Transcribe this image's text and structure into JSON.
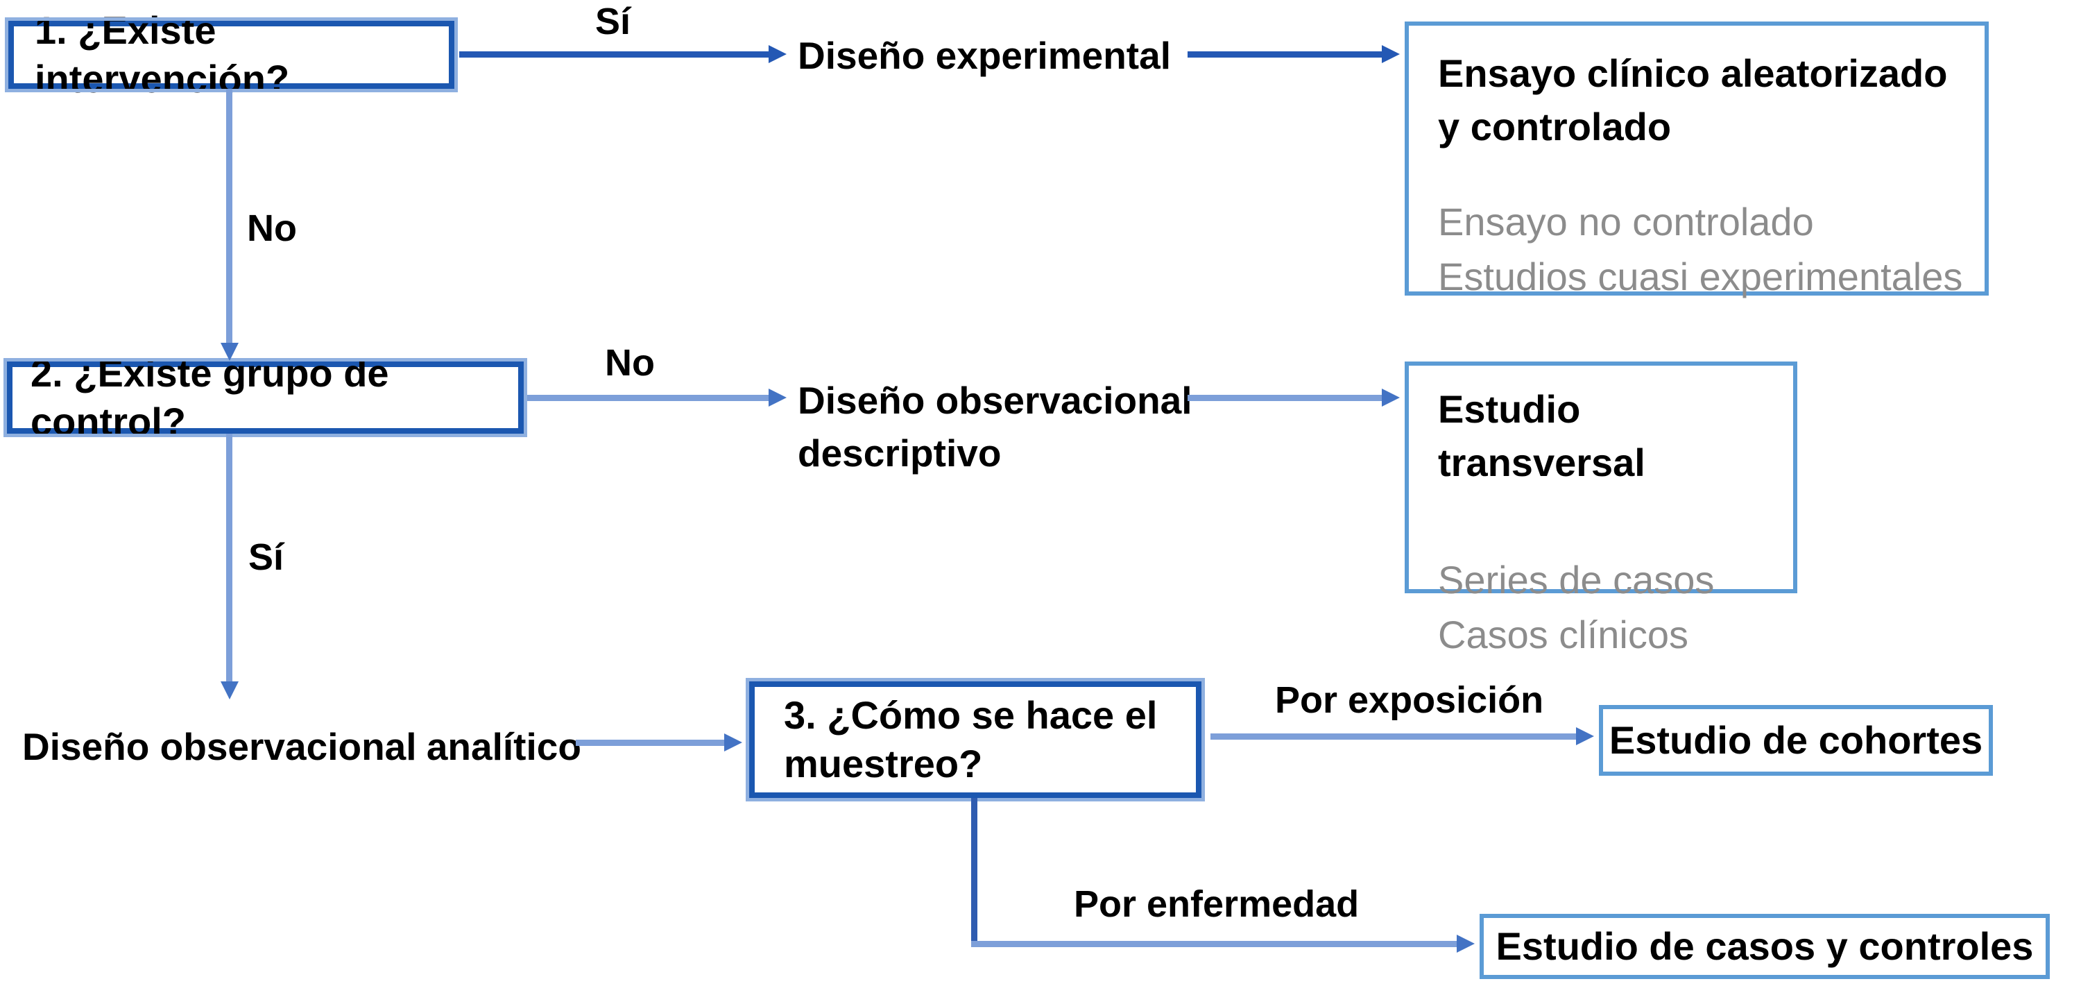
{
  "boxes": {
    "q1": "1. ¿Existe intervención?",
    "q2": "2. ¿Existe grupo de control?",
    "q3": "3. ¿Cómo se hace el muestreo?",
    "rct": {
      "title": "Ensayo clínico aleatorizado y controlado",
      "alt1": "Ensayo no controlado",
      "alt2": "Estudios cuasi experimentales"
    },
    "transversal": {
      "title": "Estudio transversal",
      "alt1": "Series de casos",
      "alt2": "Casos clínicos"
    },
    "cohort": "Estudio de cohortes",
    "case_control": "Estudio de casos y controles"
  },
  "labels": {
    "yes_1": "Sí",
    "no_1": "No",
    "no_2": "No",
    "yes_2": "Sí",
    "experimental": "Diseño experimental",
    "observational_descriptive": {
      "line1": "Diseño observacional",
      "line2": "descriptivo"
    },
    "observational_analytic": {
      "regular": "Diseño observacional",
      "bold": "analítico"
    },
    "by_exposure": "Por exposición",
    "by_disease": "Por enfermedad"
  },
  "colors": {
    "decision_box_border": "#1b57b0",
    "decision_box_halo": "#8fb0e0",
    "result_box_border": "#5b9bd5",
    "arrow_dark": "#2458b4",
    "arrow_light": "#7d9fd9",
    "arrow_head": "#4373c4",
    "secondary_text": "#8c8c8c",
    "primary_text": "#000000",
    "background": "#ffffff"
  }
}
